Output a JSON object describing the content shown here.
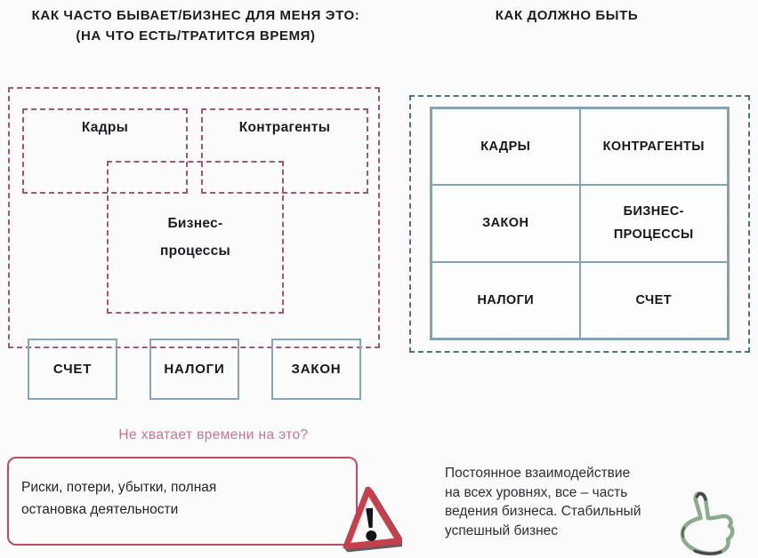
{
  "left": {
    "title_line1": "КАК ЧАСТО БЫВАЕТ/БИЗНЕС ДЛЯ МЕНЯ ЭТО:",
    "title_line2": "(НА ЧТО ЕСТЬ/ТРАТИТСЯ ВРЕМЯ)",
    "diagram": {
      "kadry": "Кадры",
      "kontragenty": "Контрагенты",
      "biznes_processy": "Бизнес-\nпроцессы",
      "schet": "СЧЕТ",
      "nalogi": "НАЛОГИ",
      "zakon": "ЗАКОН"
    },
    "question": "Не хватает времени на это?",
    "risk_text": "Риски, потери, убытки, полная\nостановка деятельности",
    "warning_icon": "warning-triangle"
  },
  "right": {
    "title": "КАК ДОЛЖНО БЫТЬ",
    "table": {
      "rows": [
        [
          "КАДРЫ",
          "КОНТРАГЕНТЫ"
        ],
        [
          "ЗАКОН",
          "БИЗНЕС-\nПРОЦЕССЫ"
        ],
        [
          "НАЛОГИ",
          "СЧЕТ"
        ]
      ]
    },
    "result_text": "Постоянное взаимодействие\nна всех уровнях, все – часть\nведения бизнеса. Стабильный\nуспешный бизнес",
    "thumbs_icon": "thumbs-up"
  },
  "colors": {
    "pink_dash": "#a2596b",
    "pink_text": "#c9738c",
    "risk_border": "#c04a63",
    "blue_dash": "#4e7187",
    "table_border": "#82a3b5",
    "small_box_border": "#86a6b8",
    "triangle_red": "#c5404b",
    "thumb_green": "#8aab8c",
    "text_dark": "#1b1b23"
  }
}
